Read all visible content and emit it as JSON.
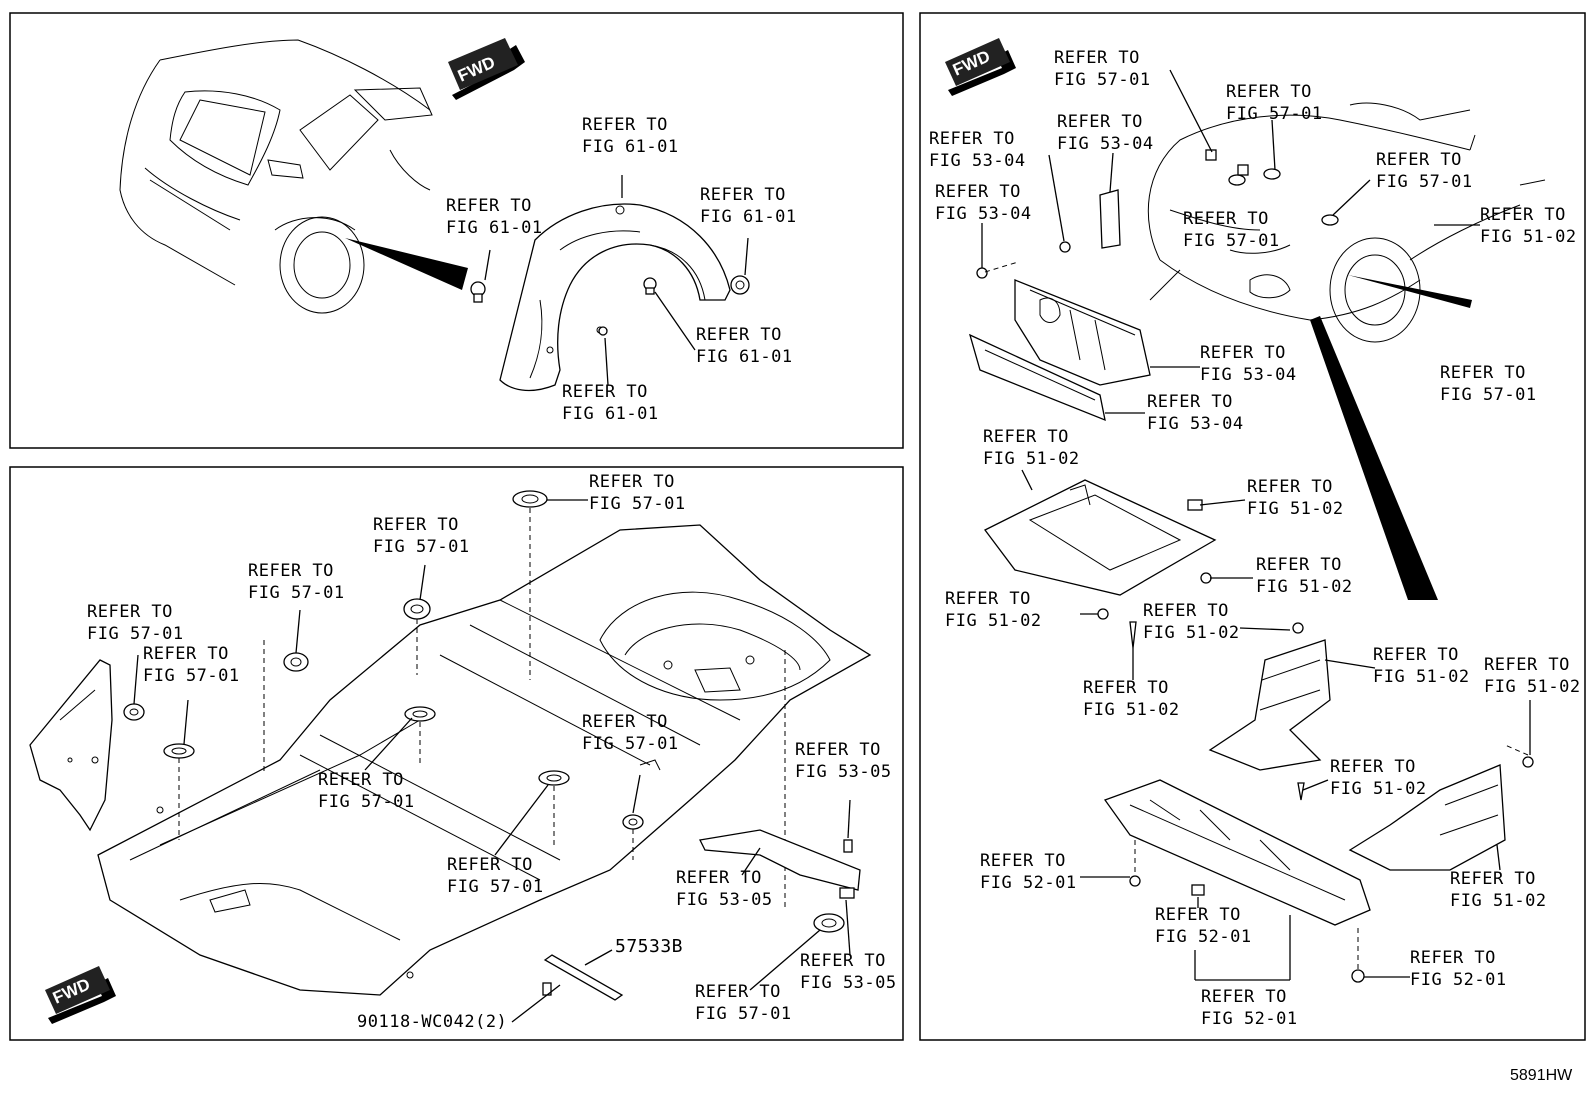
{
  "diagram": {
    "fwd_label": "FWD",
    "code": "5891HW",
    "part_57533B": "57533B",
    "part_bolt": "90118-WC042(2)",
    "panel_top_left": {
      "callouts": [
        {
          "line1": "REFER TO",
          "line2": "FIG 61-01"
        },
        {
          "line1": "REFER TO",
          "line2": "FIG 61-01"
        },
        {
          "line1": "REFER TO",
          "line2": "FIG 61-01"
        },
        {
          "line1": "REFER TO",
          "line2": "FIG 61-01"
        },
        {
          "line1": "REFER TO",
          "line2": "FIG 61-01"
        }
      ]
    },
    "panel_bottom_left": {
      "callouts": [
        {
          "line1": "REFER TO",
          "line2": "FIG 57-01"
        },
        {
          "line1": "REFER TO",
          "line2": "FIG 57-01"
        },
        {
          "line1": "REFER TO",
          "line2": "FIG 57-01"
        },
        {
          "line1": "REFER TO",
          "line2": "FIG 57-01"
        },
        {
          "line1": "REFER TO",
          "line2": "FIG 57-01"
        },
        {
          "line1": "REFER TO",
          "line2": "FIG 57-01"
        },
        {
          "line1": "REFER TO",
          "line2": "FIG 57-01"
        },
        {
          "line1": "REFER TO",
          "line2": "FIG 57-01"
        },
        {
          "line1": "REFER TO",
          "line2": "FIG 53-05"
        },
        {
          "line1": "REFER TO",
          "line2": "FIG 53-05"
        },
        {
          "line1": "REFER TO",
          "line2": "FIG 53-05"
        },
        {
          "line1": "REFER TO",
          "line2": "FIG 57-01"
        }
      ]
    },
    "panel_right": {
      "callouts": [
        {
          "line1": "REFER TO",
          "line2": "FIG 57-01"
        },
        {
          "line1": "REFER TO",
          "line2": "FIG 57-01"
        },
        {
          "line1": "REFER TO",
          "line2": "FIG 53-04"
        },
        {
          "line1": "REFER TO",
          "line2": "FIG 53-04"
        },
        {
          "line1": "REFER TO",
          "line2": "FIG 57-01"
        },
        {
          "line1": "REFER TO",
          "line2": "FIG 57-01"
        },
        {
          "line1": "REFER TO",
          "line2": "FIG 53-04"
        },
        {
          "line1": "REFER TO",
          "line2": "FIG 51-02"
        },
        {
          "line1": "REFER TO",
          "line2": "FIG 53-04"
        },
        {
          "line1": "REFER TO",
          "line2": "FIG 53-04"
        },
        {
          "line1": "REFER TO",
          "line2": "FIG 57-01"
        },
        {
          "line1": "REFER TO",
          "line2": "FIG 51-02"
        },
        {
          "line1": "REFER TO",
          "line2": "FIG 51-02"
        },
        {
          "line1": "REFER TO",
          "line2": "FIG 51-02"
        },
        {
          "line1": "REFER TO",
          "line2": "FIG 51-02"
        },
        {
          "line1": "REFER TO",
          "line2": "FIG 51-02"
        },
        {
          "line1": "REFER TO",
          "line2": "FIG 51-02"
        },
        {
          "line1": "REFER TO",
          "line2": "FIG 51-02"
        },
        {
          "line1": "REFER TO",
          "line2": "FIG 51-02"
        },
        {
          "line1": "REFER TO",
          "line2": "FIG 51-02"
        },
        {
          "line1": "REFER TO",
          "line2": "FIG 51-02"
        },
        {
          "line1": "REFER TO",
          "line2": "FIG 52-01"
        },
        {
          "line1": "REFER TO",
          "line2": "FIG 52-01"
        },
        {
          "line1": "REFER TO",
          "line2": "FIG 52-01"
        },
        {
          "line1": "REFER TO",
          "line2": "FIG 52-01"
        }
      ]
    }
  }
}
